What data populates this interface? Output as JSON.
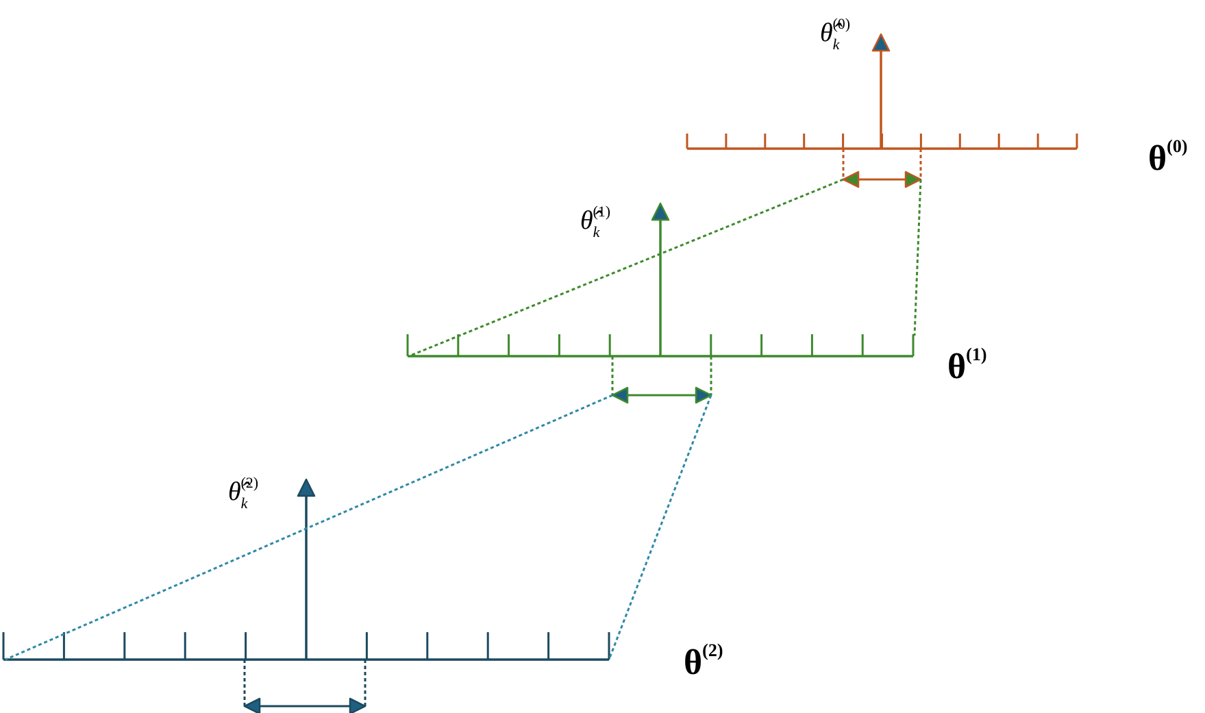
{
  "colors": {
    "level0": "#c0561f",
    "level1": "#3d8a2c",
    "level2": "#1b4a5e",
    "connector_green": "#3d8a2c",
    "connector_blue": "#2e89a6",
    "arrow_fill_blue": "#1f5f82",
    "arrow_fill_green": "#3d8a2c"
  },
  "labels": {
    "theta0": {
      "base": "θ",
      "sup": "(0)"
    },
    "theta1": {
      "base": "θ",
      "sup": "(1)"
    },
    "theta2": {
      "base": "θ",
      "sup": "(2)"
    },
    "hat0": {
      "base": "θ̂",
      "sub": "k",
      "sup": "(0)"
    },
    "hat1": {
      "base": "θ̂",
      "sub": "k",
      "sup": "(1)"
    },
    "hat2": {
      "base": "θ̂",
      "sub": "k",
      "sup": "(2)"
    }
  },
  "icons": {
    "estimate_arrow": "up-arrow-icon",
    "interval_arrow": "double-headed-arrow-icon"
  }
}
